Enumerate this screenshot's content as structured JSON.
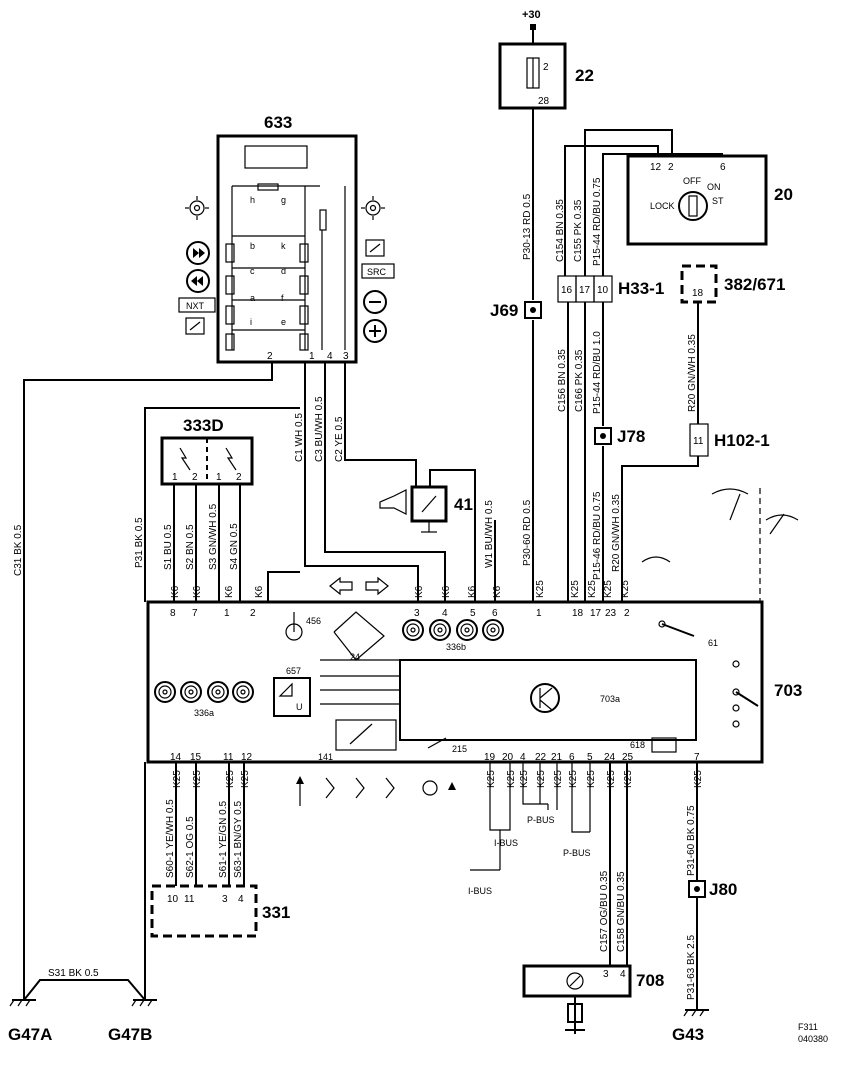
{
  "supply": "+30",
  "components": {
    "c22": {
      "id": "22",
      "pin_top": "2",
      "pin_bottom": "28"
    },
    "c633": {
      "id": "633",
      "pins": [
        "2",
        "1",
        "4",
        "3"
      ],
      "btn_next": "NXT",
      "btn_src": "SRC",
      "contacts": [
        "h",
        "g",
        "b",
        "k",
        "c",
        "d",
        "a",
        "f",
        "i",
        "e"
      ]
    },
    "c20": {
      "id": "20",
      "pins": [
        "12",
        "2",
        "6"
      ],
      "pos_off": "OFF",
      "pos_on": "ON",
      "pos_st": "ST",
      "pos_lock": "LOCK"
    },
    "h33": {
      "id": "H33-1",
      "pins": [
        "16",
        "17",
        "10"
      ]
    },
    "c382": {
      "id": "382/671",
      "pin": "18"
    },
    "j69": {
      "id": "J69"
    },
    "j78": {
      "id": "J78"
    },
    "h102": {
      "id": "H102-1",
      "pin": "11"
    },
    "c333d": {
      "id": "333D",
      "pins": [
        "1",
        "2",
        "1",
        "2"
      ]
    },
    "c41": {
      "id": "41"
    },
    "c703": {
      "id": "703",
      "top_pins": [
        "8",
        "7",
        "1",
        "2",
        "3",
        "4",
        "5",
        "6",
        "1",
        "18",
        "17",
        "23",
        "2"
      ],
      "bottom_pins": [
        "14",
        "15",
        "11",
        "12",
        "19",
        "20",
        "4",
        "22",
        "21",
        "6",
        "5",
        "24",
        "25",
        "7"
      ],
      "sub": {
        "s456": "456",
        "s24": "24",
        "s336b": "336b",
        "s657": "657",
        "s657u": "U",
        "s336a": "336a",
        "s703a": "703a",
        "s141": "141",
        "s215": "215",
        "s61": "61",
        "s618": "618"
      }
    },
    "c331": {
      "id": "331",
      "pins": [
        "10",
        "11",
        "3",
        "4"
      ]
    },
    "j80": {
      "id": "J80"
    },
    "c708": {
      "id": "708",
      "pins": [
        "3",
        "4"
      ]
    }
  },
  "wires": {
    "w_p30_13": "P30-13  RD  0.5",
    "w_c154": "C154  BN  0.35",
    "w_c155": "C155  PK  0.35",
    "w_p1544a": "P15-44  RD/BU  0.75",
    "w_c156": "C156  BN  0.35",
    "w_c166": "C166  PK  0.35",
    "w_p1544b": "P15-44  RD/BU  1.0",
    "w_r20a": "R20  GN/WH  0.35",
    "w_p30_60": "P30-60  RD  0.5",
    "w_p1546": "P15-46  RD/BU  0.75",
    "w_r20b": "R20  GN/WH  0.35",
    "w_c1": "C1  WH  0.5",
    "w_c3": "C3  BU/WH  0.5",
    "w_c2": "C2  YE  0.5",
    "w_w1": "W1  BU/WH  0.5",
    "w_c31": "C31  BK  0.5",
    "w_p31": "P31  BK  0.5",
    "w_s1": "S1  BU  0.5",
    "w_s2": "S2  BN  0.5",
    "w_s3": "S3  GN/WH  0.5",
    "w_s4": "S4  GN  0.5",
    "w_s60": "S60-1  YE/WH  0.5",
    "w_s62": "S62-1  OG  0.5",
    "w_s61": "S61-1  YE/GN  0.5",
    "w_s63": "S63-1  BN/GY  0.5",
    "w_c157": "C157  OG/BU  0.35",
    "w_c158": "C158  GN/BU  0.35",
    "w_p3160": "P31-60  BK  0.75",
    "w_p3163": "P31-63  BK  2.5",
    "w_s31": "S31  BK  0.5"
  },
  "connector_label": "K25",
  "k6_label": "K6",
  "buses": {
    "ibus": "I-BUS",
    "pbus": "P-BUS"
  },
  "grounds": {
    "g47a": "G47A",
    "g47b": "G47B",
    "g43": "G43"
  },
  "ref": {
    "line1": "F311",
    "line2": "040380"
  }
}
